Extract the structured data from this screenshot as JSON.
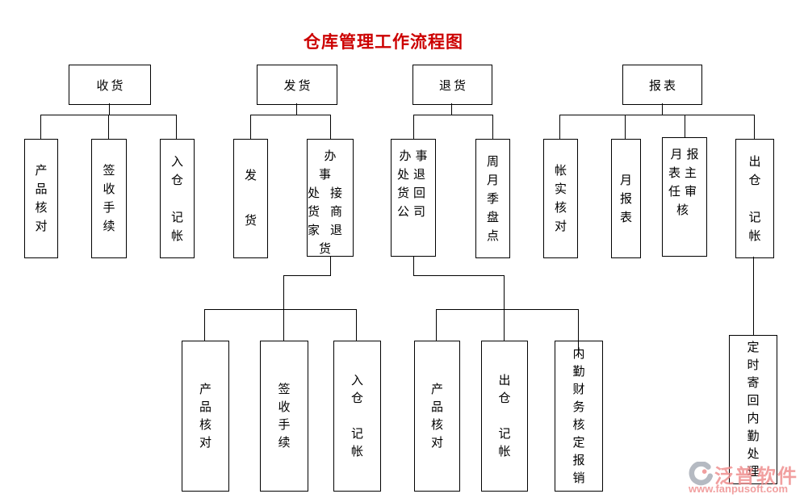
{
  "title": "仓库管理工作流程图",
  "colors": {
    "title": "#cc0000",
    "line": "#000000",
    "watermark_text": "#ef8f8f",
    "watermark_logo": "#a9aeb8"
  },
  "nodes": {
    "receive": "收货",
    "ship": "发货",
    "return": "退货",
    "report": "报表",
    "receive_check": "产\n品\n核\n对",
    "receive_sign": "签\n收\n手\n续",
    "receive_book": "入\n仓\n\n记\n帐",
    "ship_goods": "发\n\n货",
    "ship_office": "办事\n处接\n货商\n家退\n货",
    "return_office": "办事\n处退\n货回\n公司",
    "return_stocktake": "周\n月\n季\n盘\n点",
    "report_reconcile": "帐\n实\n核\n对",
    "report_monthly": "月\n报\n表",
    "report_review": "月报\n表主\n任审\n核",
    "report_outbook": "出\n仓\n\n记\n帐",
    "ship_check": "产\n品\n核\n对",
    "ship_sign": "签\n收\n手\n续",
    "ship_book": "入\n仓\n\n记\n帐",
    "return_check": "产\n品\n核\n对",
    "return_outbook": "出\n仓\n\n记\n帐",
    "return_finance": "内\n勤\n财\n务\n核\n定\n报\n销",
    "report_mailback": "定\n时\n寄\n回\n内\n勤\n处\n理"
  },
  "watermark": {
    "brand": "泛普软件",
    "url": "www.fanpusoft.com",
    "logo_icon": "fanpu-swoosh-logo"
  }
}
